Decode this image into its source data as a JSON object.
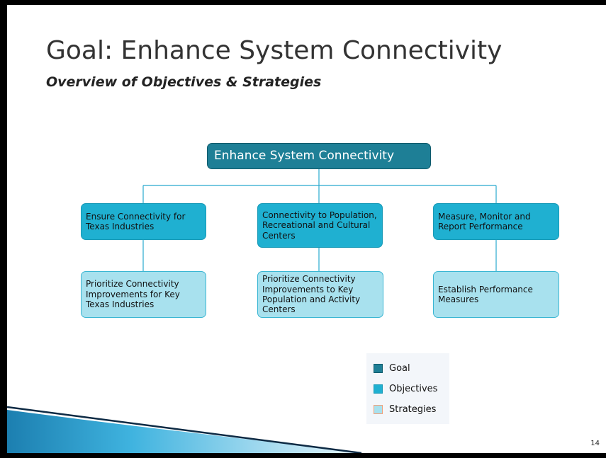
{
  "slide": {
    "title": "Goal: Enhance System Connectivity",
    "subtitle": "Overview of Objectives & Strategies",
    "page_number": "14"
  },
  "diagram": {
    "goal": "Enhance System Connectivity",
    "objectives": [
      "Ensure Connectivity for Texas Industries",
      "Connectivity to Population, Recreational and Cultural Centers",
      "Measure, Monitor and Report Performance"
    ],
    "strategies": [
      "Prioritize Connectivity Improvements for Key Texas Industries",
      "Prioritize Connectivity Improvements to Key Population and Activity Centers",
      "Establish Performance Measures"
    ]
  },
  "legend": {
    "items": [
      {
        "label": "Goal",
        "color": "#1e7f96",
        "border": "#0f5a6b"
      },
      {
        "label": "Objectives",
        "color": "#1fb0d1",
        "border": "#1799b6"
      },
      {
        "label": "Strategies",
        "color": "#a8e1ee",
        "border": "#f0a07a"
      }
    ]
  },
  "colors": {
    "goal_fill": "#1e7f96",
    "objective_fill": "#1fb0d1",
    "strategy_fill": "#a8e1ee",
    "connector": "#29a9cf"
  }
}
